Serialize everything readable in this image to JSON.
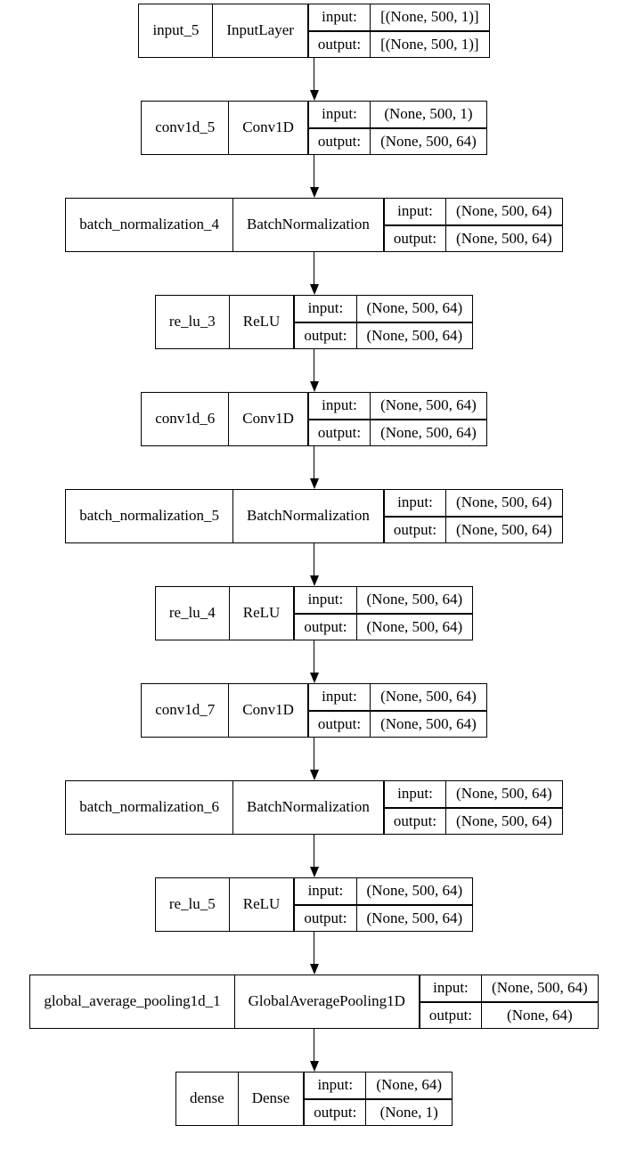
{
  "labels": {
    "input": "input:",
    "output": "output:"
  },
  "colors": {
    "border": "#000000",
    "background": "#ffffff",
    "text": "#000000",
    "arrow": "#000000"
  },
  "nodes": [
    {
      "name": "input_5",
      "type": "InputLayer",
      "input": "[(None, 500, 1)]",
      "output": "[(None, 500, 1)]"
    },
    {
      "name": "conv1d_5",
      "type": "Conv1D",
      "input": "(None, 500, 1)",
      "output": "(None, 500, 64)"
    },
    {
      "name": "batch_normalization_4",
      "type": "BatchNormalization",
      "input": "(None, 500, 64)",
      "output": "(None, 500, 64)"
    },
    {
      "name": "re_lu_3",
      "type": "ReLU",
      "input": "(None, 500, 64)",
      "output": "(None, 500, 64)"
    },
    {
      "name": "conv1d_6",
      "type": "Conv1D",
      "input": "(None, 500, 64)",
      "output": "(None, 500, 64)"
    },
    {
      "name": "batch_normalization_5",
      "type": "BatchNormalization",
      "input": "(None, 500, 64)",
      "output": "(None, 500, 64)"
    },
    {
      "name": "re_lu_4",
      "type": "ReLU",
      "input": "(None, 500, 64)",
      "output": "(None, 500, 64)"
    },
    {
      "name": "conv1d_7",
      "type": "Conv1D",
      "input": "(None, 500, 64)",
      "output": "(None, 500, 64)"
    },
    {
      "name": "batch_normalization_6",
      "type": "BatchNormalization",
      "input": "(None, 500, 64)",
      "output": "(None, 500, 64)"
    },
    {
      "name": "re_lu_5",
      "type": "ReLU",
      "input": "(None, 500, 64)",
      "output": "(None, 500, 64)"
    },
    {
      "name": "global_average_pooling1d_1",
      "type": "GlobalAveragePooling1D",
      "input": "(None, 500, 64)",
      "output": "(None, 64)"
    },
    {
      "name": "dense",
      "type": "Dense",
      "input": "(None, 64)",
      "output": "(None, 1)"
    }
  ]
}
